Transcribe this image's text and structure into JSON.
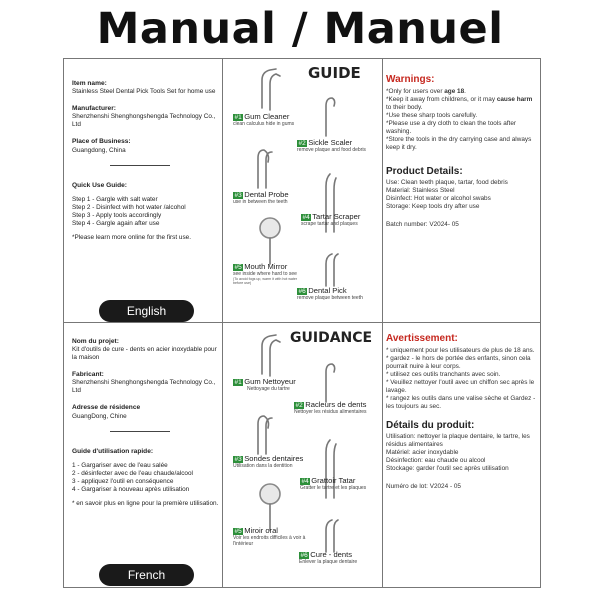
{
  "title": "Manual / Manuel",
  "english": {
    "item_name_label": "Item name:",
    "item_name": "Stainless Steel Dental Pick Tools Set for home use",
    "manufacturer_label": "Manufacturer:",
    "manufacturer": "Shenzhenshi Shenghongshengda Technology Co., Ltd",
    "place_label": "Place of Business:",
    "place": "Guangdong, China",
    "quick_use_label": "Quick Use Guide:",
    "steps": [
      "Step 1 - Gargle with salt water",
      "Step 2 - Disinfect with hot water /alcohol",
      "Step 3 - Apply tools accordingly",
      "Step 4 - Gargle again after use"
    ],
    "learn_more": "*Please learn more online for the first use.",
    "lang_label": "English",
    "guide_title": "GUIDE",
    "tools": [
      {
        "num": "#1",
        "name": "Gum Cleaner",
        "caption": "clean calculus hide in gums"
      },
      {
        "num": "#2",
        "name": "Sickle Scaler",
        "caption": "remove plaque and food debris"
      },
      {
        "num": "#3",
        "name": "Dental Probe",
        "caption": "use in between the teeth"
      },
      {
        "num": "#4",
        "name": "Tartar Scraper",
        "caption": "scrape tartar and plaques"
      },
      {
        "num": "#5",
        "name": "Mouth Mirror",
        "caption": "see inside where hard to see",
        "caption2": "(To avoid fogs up, warm it with hot water before use)"
      },
      {
        "num": "#6",
        "name": "Dental Pick",
        "caption": "remove plaque between teeth"
      }
    ],
    "warnings_title": "Warnings:",
    "warnings": [
      {
        "pre": "*Only for users over ",
        "bold": "age 18",
        "post": "."
      },
      {
        "pre": "*Keep it away from childrens, or it may ",
        "bold": "cause harm",
        "post": " to their body."
      },
      {
        "pre": "*Use these sharp tools carefully.",
        "bold": "",
        "post": ""
      },
      {
        "pre": "*Please use a dry cloth to clean the tools after washing.",
        "bold": "",
        "post": ""
      },
      {
        "pre": "*Store the tools in the dry carrying case and always keep it dry.",
        "bold": "",
        "post": ""
      }
    ],
    "details_title": "Product Details:",
    "details": [
      "Use: Clean teeth plaque, tartar, food debris",
      "Material: Stainless Steel",
      "Disinfect: Hot water or alcohol swabs",
      "Storage: Keep tools dry after use"
    ],
    "batch": "Batch number: V2024- 05"
  },
  "french": {
    "item_name_label": "Nom du projet:",
    "item_name": "Kit d'outils de cure - dents en acier inoxydable pour la maison",
    "manufacturer_label": "Fabricant:",
    "manufacturer": "Shenzhenshi Shenghongshengda Technology Co., Ltd",
    "place_label": "Adresse de résidence",
    "place": "GuangDong, Chine",
    "quick_use_label": "Guide d'utilisation rapide:",
    "steps": [
      "1 - Gargariser avec de l'eau salée",
      "2 - désinfecter avec de l'eau chaude/alcool",
      "3 - appliquez l'outil en conséquence",
      "4 - Gargariser à nouveau après utilisation"
    ],
    "learn_more": "* en savoir plus en ligne pour la première utilisation.",
    "lang_label": "French",
    "guide_title": "GUIDANCE",
    "tools": [
      {
        "num": "#1",
        "name": "Gum Nettoyeur",
        "caption": "Nettoyage du tartre"
      },
      {
        "num": "#2",
        "name": "Racleurs de dents",
        "caption": "Nettoyer les résidus alimentaires"
      },
      {
        "num": "#3",
        "name": "Sondes dentaires",
        "caption": "Utilisation dans la dentition"
      },
      {
        "num": "#4",
        "name": "Grattoir Tatar",
        "caption": "Gratter le tartre et les plaques"
      },
      {
        "num": "#5",
        "name": "Miroir oral",
        "caption": "Voir les endroits difficiles à voir à l'intérieur"
      },
      {
        "num": "#6",
        "name": "Cure - dents",
        "caption": "Enlever la plaque dentaire"
      }
    ],
    "warnings_title": "Avertissement:",
    "warnings": [
      "* uniquement pour les utilisateurs de plus de 18 ans.",
      "* gardez - le hors de portée des enfants, sinon cela pourrait nuire à leur corps.",
      "* utilisez ces outils tranchants avec soin.",
      "* Veuillez nettoyer l'outil avec un chiffon sec après le lavage.",
      "* rangez les outils dans une valise sèche et Gardez - les toujours au sec."
    ],
    "details_title": "Détails du produit:",
    "details": [
      "Utilisation: nettoyer la plaque dentaire, le tartre, les résidus alimentaires",
      "Matériel: acier inoxydable",
      "Désinfection: eau chaude ou alcool",
      "Stockage: garder l'outil sec après utilisation"
    ],
    "batch": "Numéro de lot: V2024 - 05"
  },
  "colors": {
    "accent_green": "#2d8f3a",
    "warning_red": "#c6281f",
    "pill_black": "#1a1a1a"
  }
}
